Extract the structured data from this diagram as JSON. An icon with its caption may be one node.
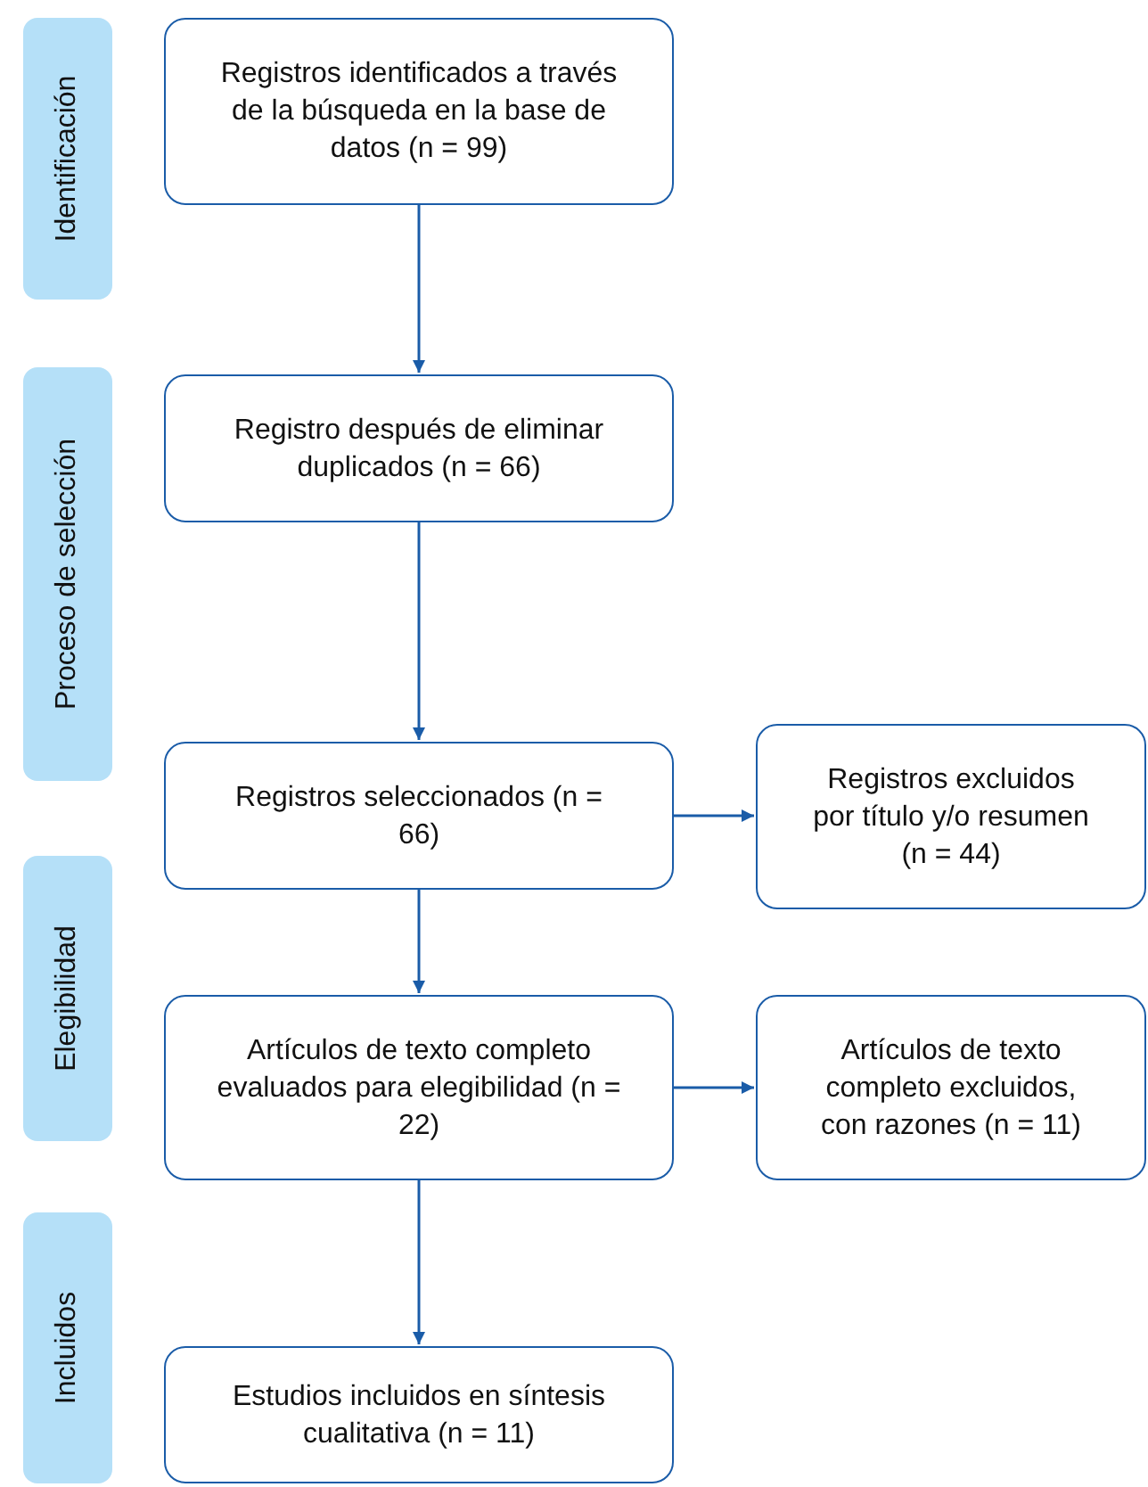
{
  "diagram": {
    "nodes": [
      {
        "text": [
          "Identificación"
        ]
      },
      {
        "text": [
          "Registros identificados a través de la búsqueda en la base de datos (n = 99)"
        ]
      },
      {
        "text": [
          "Proceso de selección"
        ]
      },
      {
        "text": [
          "Registro después de eliminar duplicados (n = 66)"
        ]
      },
      {
        "text": [
          "Registros seleccionados (n = 66)"
        ]
      },
      {
        "text": [
          "Registros excluidos por título y/o resumen (n = 44)"
        ]
      },
      {
        "text": [
          "Elegibilidad"
        ]
      },
      {
        "text": [
          "Artículos de texto completo evaluados para elegibilidad (n = 22)"
        ]
      },
      {
        "text": [
          "Artículos de texto completo excluidos, con razones (n = 11)"
        ]
      },
      {
        "text": [
          "Incluidos"
        ]
      },
      {
        "text": [
          "Estudios incluidos en síntesis cualitativa (n = 11)"
        ]
      }
    ],
    "edges": [
      {
        "from": 1,
        "to": 3,
        "arrow": "to"
      },
      {
        "from": 3,
        "to": 4,
        "arrow": "to"
      },
      {
        "from": 4,
        "to": 5,
        "arrow": "to"
      },
      {
        "from": 4,
        "to": 7,
        "arrow": "to"
      },
      {
        "from": 7,
        "to": 8,
        "arrow": "to"
      },
      {
        "from": 7,
        "to": 10,
        "arrow": "to"
      }
    ]
  }
}
